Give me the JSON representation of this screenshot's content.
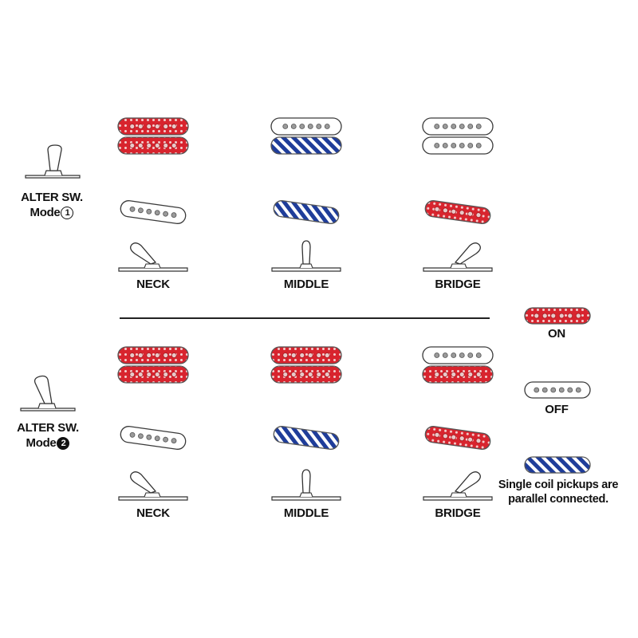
{
  "modes": [
    {
      "label_line1": "ALTER SW.",
      "label_line2": "Mode",
      "mode_number": "1",
      "positions": [
        {
          "label": "NECK",
          "humbucker": [
            "on",
            "on"
          ],
          "single": "off",
          "lever": "left"
        },
        {
          "label": "MIDDLE",
          "humbucker": [
            "off",
            "parallel"
          ],
          "single": "parallel",
          "lever": "center"
        },
        {
          "label": "BRIDGE",
          "humbucker": [
            "off",
            "off"
          ],
          "single": "on",
          "lever": "right"
        }
      ]
    },
    {
      "label_line1": "ALTER SW.",
      "label_line2": "Mode",
      "mode_number": "2",
      "positions": [
        {
          "label": "NECK",
          "humbucker": [
            "on",
            "on"
          ],
          "single": "off",
          "lever": "left"
        },
        {
          "label": "MIDDLE",
          "humbucker": [
            "on",
            "on"
          ],
          "single": "parallel",
          "lever": "center"
        },
        {
          "label": "BRIDGE",
          "humbucker": [
            "off",
            "on"
          ],
          "single": "on",
          "lever": "right"
        }
      ]
    }
  ],
  "legend": {
    "on_label": "ON",
    "off_label": "OFF",
    "parallel_line1": "Single coil pickups are",
    "parallel_line2": "parallel connected."
  },
  "colors": {
    "on": "#d8242e",
    "parallel": "#1f3d9a",
    "off_fill": "#ffffff",
    "outline": "#3a3a3a",
    "divider": "#222222"
  }
}
